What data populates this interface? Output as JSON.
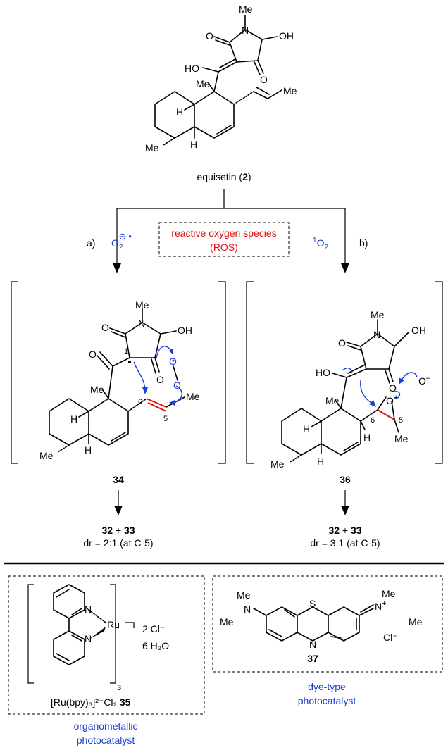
{
  "top": {
    "compound_name": "equisetin (",
    "compound_num": "2",
    "compound_close": ")",
    "atoms": {
      "me1": "Me",
      "o1": "O",
      "n1": "N",
      "oh1": "OH",
      "o2": "O",
      "ho1": "HO",
      "me2": "Me",
      "me3": "Me",
      "h1": "H",
      "me4": "Me",
      "h2": "H"
    }
  },
  "branch": {
    "a_label": "a)",
    "a_species": "O",
    "a_charge": "⊖",
    "a_dot": "•",
    "b_label": "b)",
    "b_species": "O",
    "b_sup": "1",
    "ros_line1": "reactive oxygen species",
    "ros_line2": "(ROS)"
  },
  "left": {
    "compound": "34",
    "product_a": "32",
    "product_plus": " + ",
    "product_b": "33",
    "dr": "dr = 2:1 (at C-5)",
    "atoms": {
      "me1": "Me",
      "o1": "O",
      "n1": "N",
      "oh1": "OH",
      "c1": "1",
      "o2": "O",
      "o3": "O",
      "o4": "O",
      "o5": "O",
      "me2": "Me",
      "me3": "Me",
      "c6": "6",
      "c5": "5",
      "h1": "H",
      "me4": "Me",
      "h2": "H"
    }
  },
  "right": {
    "compound": "36",
    "product_a": "32",
    "product_plus": " + ",
    "product_b": "33",
    "dr": "dr = 3:1 (at C-5)",
    "atoms": {
      "me1": "Me",
      "n1": "N",
      "oh1": "OH",
      "o1": "O",
      "ho1": "HO",
      "o2": "O",
      "om": "O",
      "om_charge": "–",
      "op": "O",
      "op_charge": "+",
      "me2": "Me",
      "c6": "6",
      "h6": "H",
      "c5": "5",
      "me5": "Me",
      "h1": "H",
      "me4": "Me",
      "h2": "H"
    }
  },
  "catalysts": {
    "ru": {
      "n1": "N",
      "n2": "N",
      "ru": "Ru",
      "bracket_sub": "3",
      "counter": "2 Cl⁻",
      "water": "6 H₂O",
      "formula": "[Ru(bpy)₃]²⁺Cl₂",
      "num": "35",
      "label_line1": "organometallic",
      "label_line2": "photocatalyst"
    },
    "dye": {
      "me1": "Me",
      "n1": "N",
      "me2": "Me",
      "s": "S",
      "n_ring": "N",
      "n_plus": "N",
      "plus": "+",
      "me3": "Me",
      "me4": "Me",
      "counter": "Cl⁻",
      "num": "37",
      "label_line1": "dye-type",
      "label_line2": "photocatalyst"
    }
  },
  "colors": {
    "blue": "#1a3fd6",
    "red": "#e01010"
  }
}
